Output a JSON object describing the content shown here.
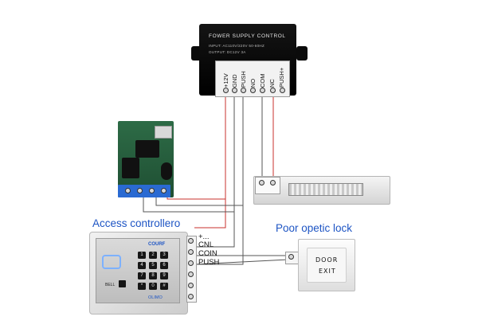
{
  "power_supply": {
    "title": "FOWER SUPPLY CONTROL",
    "input": "INPUT: AC110V/220V 50-60HZ",
    "output": "OUTPUT: DC12V 3A",
    "terminals": [
      "+12V",
      "GND",
      "PUSH",
      "NO",
      "COM",
      "NC",
      "PUSH+"
    ]
  },
  "access_controller": {
    "title": "Access controllero",
    "brand": "COURF",
    "model": "OLIMO",
    "keys": [
      "1",
      "2",
      "3",
      "4",
      "5",
      "6",
      "7",
      "8",
      "9",
      "*",
      "0",
      "#"
    ],
    "bell": "BELL"
  },
  "controller_wires": {
    "plus": "+...",
    "cnl": "CNL",
    "coin": "COIN",
    "push": "PUSH"
  },
  "exit_button": {
    "title": "Poor opetic lock",
    "line1": "DOOR",
    "line2": "EXIT"
  },
  "colors": {
    "title_blue": "#1e55c4",
    "wire_red": "#c8322e",
    "wire_gray": "#555555"
  }
}
